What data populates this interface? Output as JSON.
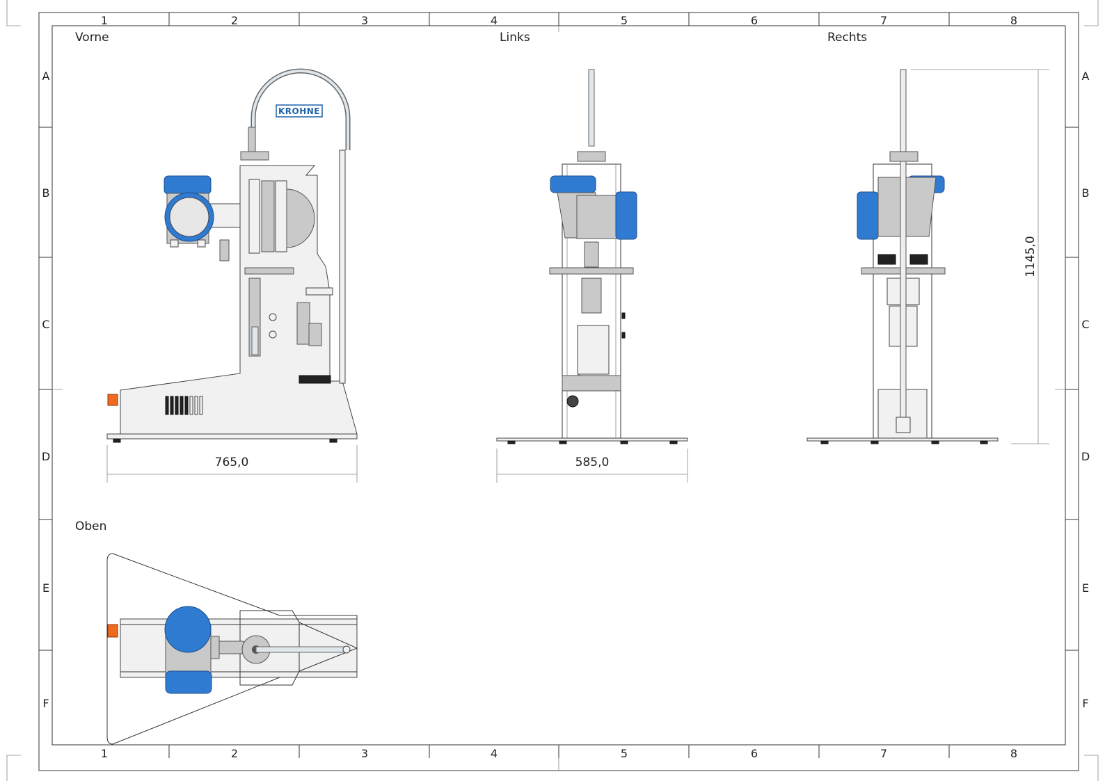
{
  "sheet": {
    "columns": [
      "1",
      "2",
      "3",
      "4",
      "5",
      "6",
      "7",
      "8"
    ],
    "rows": [
      "A",
      "B",
      "C",
      "D",
      "E",
      "F"
    ]
  },
  "views": {
    "front": "Vorne",
    "left": "Links",
    "right": "Rechts",
    "top": "Oben"
  },
  "dimensions": {
    "front_width": "765,0",
    "left_width": "585,0",
    "height": "1145,0"
  },
  "logo_text": "KROHNE",
  "colors": {
    "accent_blue": "#2f7bd2",
    "indicator_orange": "#ee6a1f",
    "line": "#333333"
  }
}
